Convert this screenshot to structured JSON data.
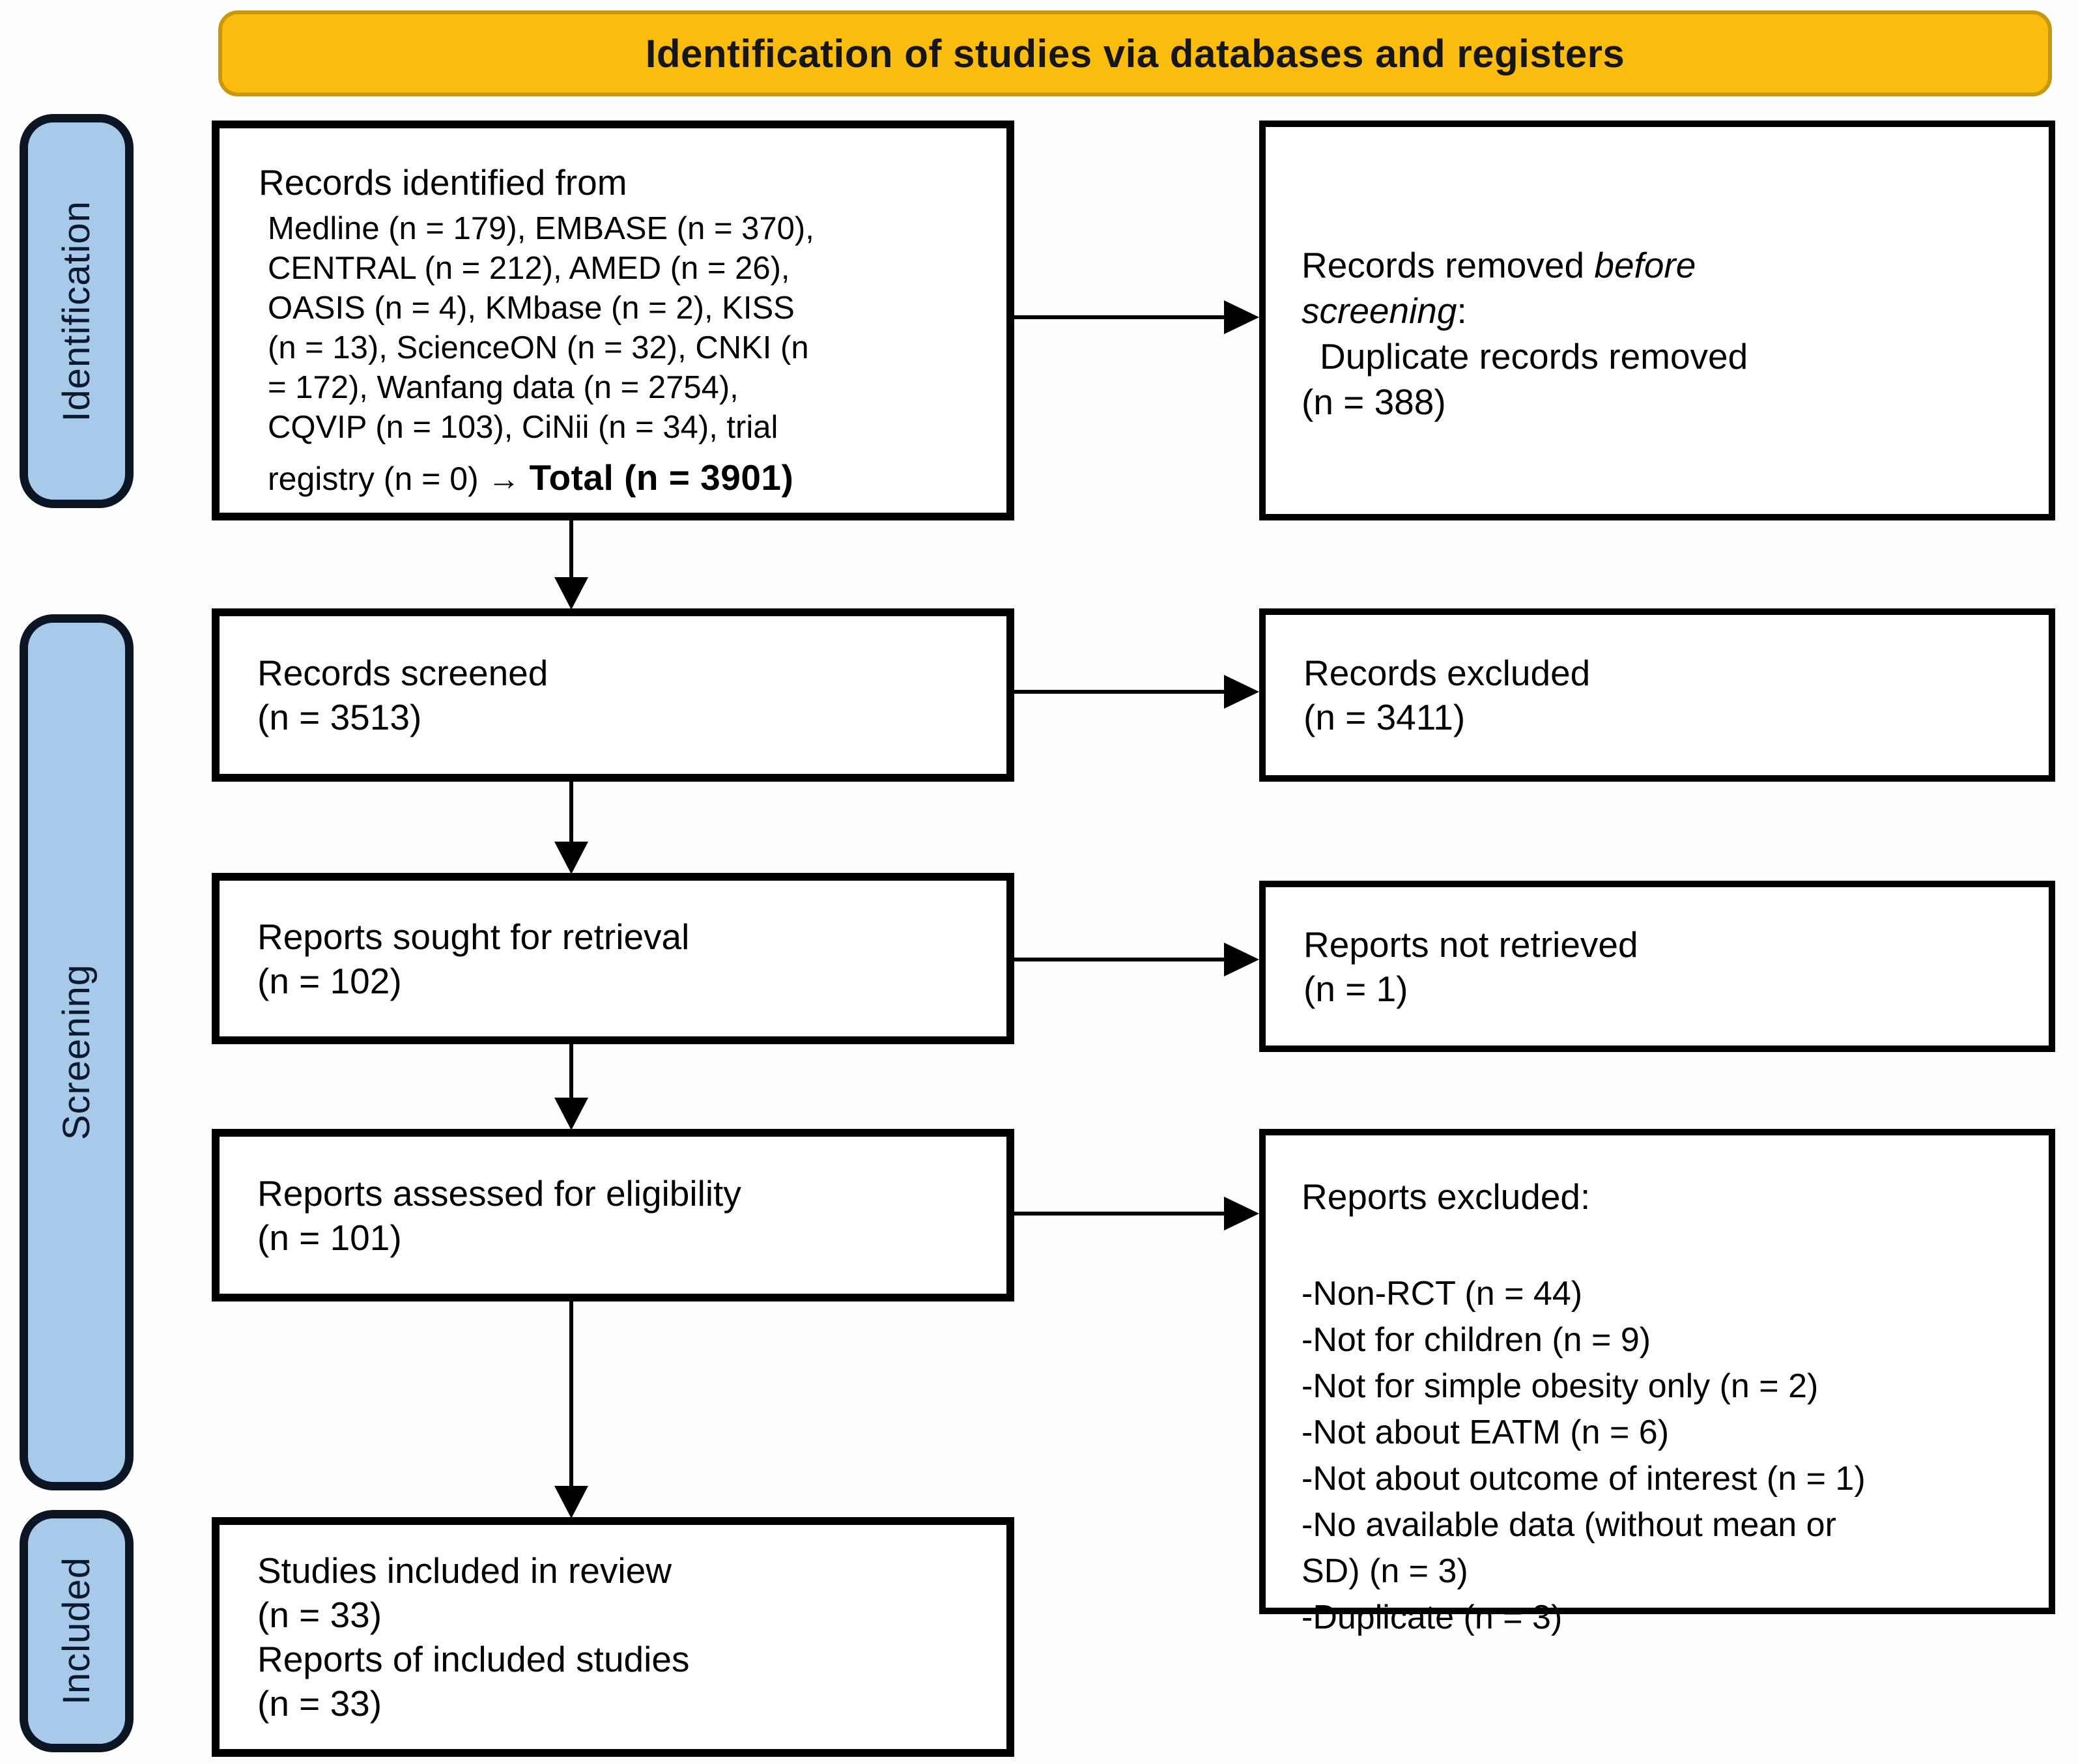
{
  "banner": {
    "title": "Identification of studies via databases and registers"
  },
  "stages": {
    "identification": "Identification",
    "screening": "Screening",
    "included": "Included"
  },
  "colors": {
    "banner_bg": "#FBBC10",
    "banner_border": "#C8980A",
    "stage_bg": "#A7CAEA",
    "stage_border": "#0B1524",
    "stage_text": "#0D1A2E",
    "box_border": "#000000",
    "arrow": "#000000"
  },
  "flow": {
    "box_identified": {
      "title": "Records identified from",
      "lines": [
        "Medline (n = 179), EMBASE (n = 370),",
        "CENTRAL (n = 212), AMED (n = 26),",
        "OASIS (n = 4), KMbase (n = 2), KISS",
        "(n = 13), ScienceON (n = 32), CNKI (n",
        "= 172), Wanfang data (n = 2754),",
        "CQVIP (n = 103), CiNii (n = 34), trial"
      ],
      "last_line_prefix": "registry (n = 0) → ",
      "last_line_total": "Total (n = 3901)"
    },
    "box_removed": {
      "prefix": "Records removed ",
      "italic1": "before",
      "italic2": "screening",
      "suffix": ":",
      "line2": "Duplicate records removed",
      "count": "(n = 388)"
    },
    "box_screened": {
      "label": "Records screened",
      "count": "(n = 3513)"
    },
    "box_excluded": {
      "label": "Records excluded",
      "count": "(n = 3411)"
    },
    "box_sought": {
      "label": "Reports sought for retrieval",
      "count": "(n = 102)"
    },
    "box_not_retrieved": {
      "label": "Reports not retrieved",
      "count": "(n = 1)"
    },
    "box_assessed": {
      "label": "Reports assessed for eligibility",
      "count": "(n = 101)"
    },
    "box_reports_excluded": {
      "title": "Reports excluded:",
      "reason_lines": [
        "-Non-RCT (n = 44)",
        "-Not for children (n = 9)",
        "-Not for simple obesity only (n = 2)",
        "-Not about EATM (n = 6)",
        "-Not about outcome of interest (n = 1)",
        "-No available data (without mean or",
        "SD) (n = 3)",
        "-Duplicate (n = 3)"
      ]
    },
    "box_included": {
      "label1": "Studies included in review",
      "count1": "(n = 33)",
      "label2": "Reports of included studies",
      "count2": "(n = 33)"
    }
  }
}
